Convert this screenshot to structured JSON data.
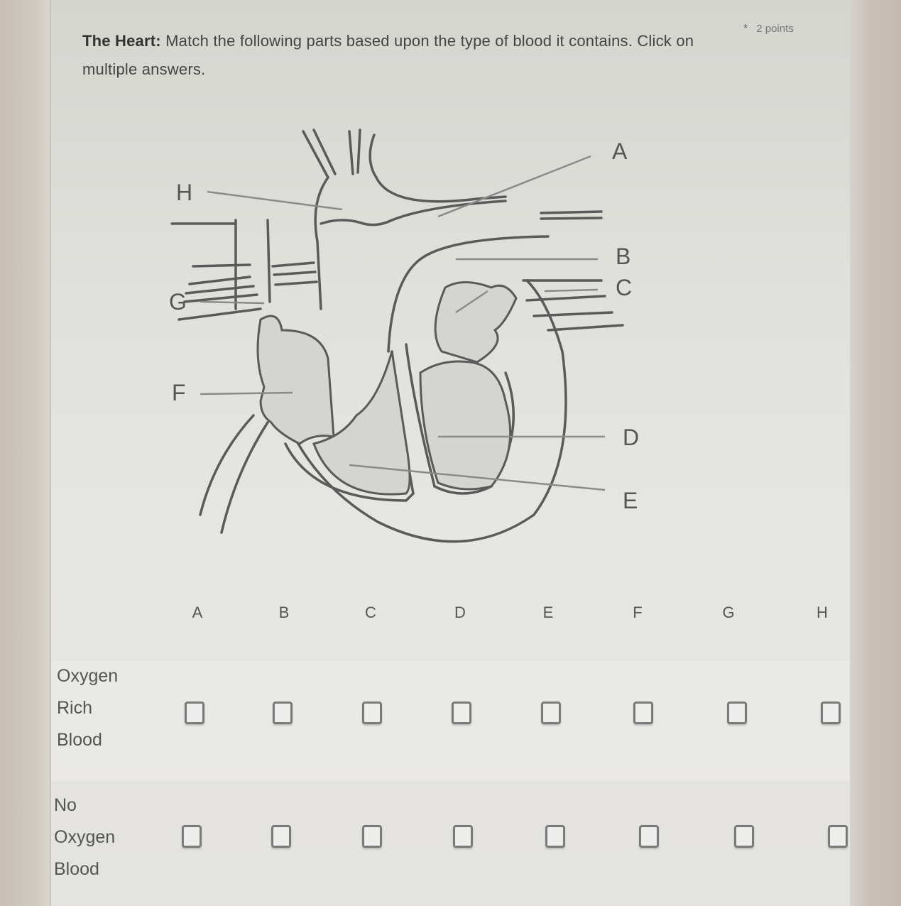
{
  "question": {
    "title_bold": "The Heart:",
    "title_rest": " Match the following parts based upon the type of blood it contains.  Click on multiple answers.",
    "required_marker": "*",
    "points": "2 points"
  },
  "diagram": {
    "labels": {
      "A": "A",
      "B": "B",
      "C": "C",
      "D": "D",
      "E": "E",
      "F": "F",
      "G": "G",
      "H": "H"
    }
  },
  "grid": {
    "columns": [
      "A",
      "B",
      "C",
      "D",
      "E",
      "F",
      "G",
      "H"
    ],
    "rows": [
      {
        "label_lines": [
          "Oxygen",
          "Rich",
          "Blood"
        ],
        "checked": [
          false,
          false,
          false,
          false,
          false,
          false,
          false,
          false
        ]
      },
      {
        "label_lines": [
          "No",
          "Oxygen",
          "Blood"
        ],
        "checked": [
          false,
          false,
          false,
          false,
          false,
          false,
          false,
          false
        ]
      }
    ]
  }
}
